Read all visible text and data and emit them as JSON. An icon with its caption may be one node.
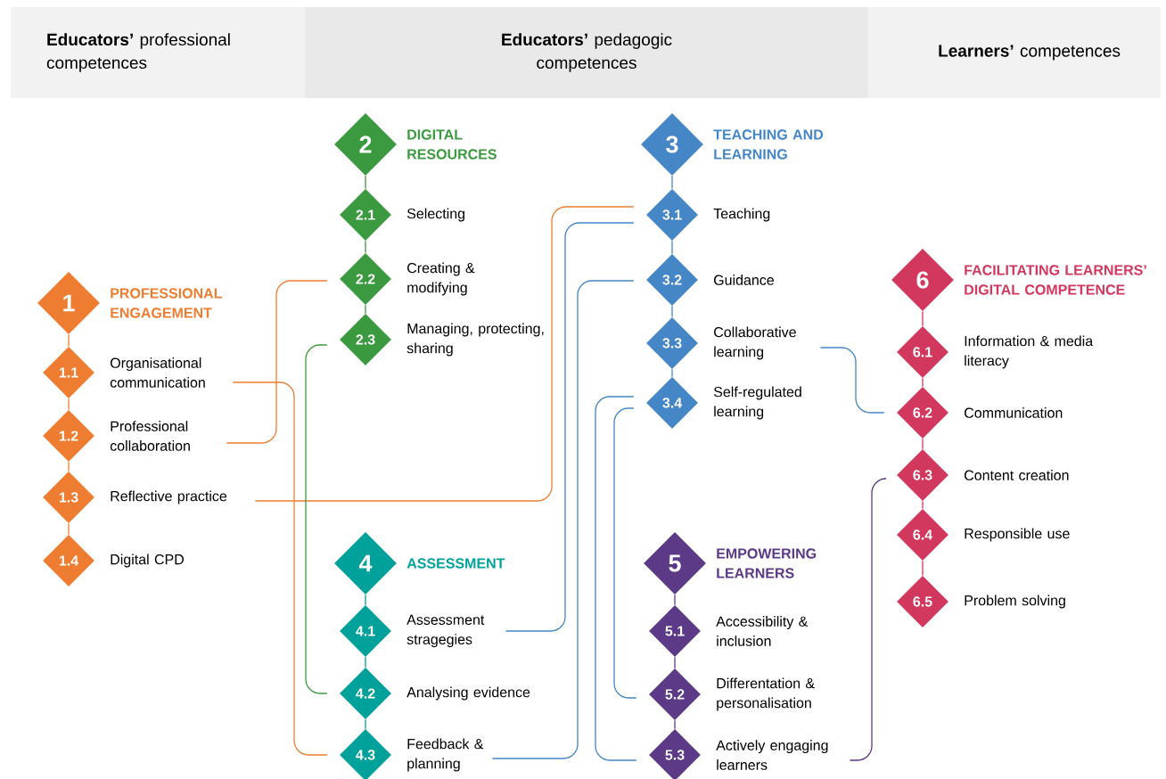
{
  "diagram": {
    "nodes": [
      {
        "text": [
          "**Educators’** professional competences"
        ]
      },
      {
        "text": [
          "**Educators’** pedagogic competences"
        ]
      },
      {
        "text": [
          "**Learners’** competences"
        ]
      },
      {
        "text": [
          "1",
          "PROFESSIONAL ENGAGEMENT"
        ]
      },
      {
        "text": [
          "1.1",
          "Organisational communication"
        ]
      },
      {
        "text": [
          "1.2",
          "Professional collaboration"
        ]
      },
      {
        "text": [
          "1.3",
          "Reflective practice"
        ]
      },
      {
        "text": [
          "1.4",
          "Digital CPD"
        ]
      },
      {
        "text": [
          "2",
          "DIGITAL RESOURCES"
        ]
      },
      {
        "text": [
          "2.1",
          "Selecting"
        ]
      },
      {
        "text": [
          "2.2",
          "Creating & modifying"
        ]
      },
      {
        "text": [
          "2.3",
          "Managing, protecting, sharing"
        ]
      },
      {
        "text": [
          "3",
          "TEACHING AND LEARNING"
        ]
      },
      {
        "text": [
          "3.1",
          "Teaching"
        ]
      },
      {
        "text": [
          "3.2",
          "Guidance"
        ]
      },
      {
        "text": [
          "3.3",
          "Collaborative learning"
        ]
      },
      {
        "text": [
          "3.4",
          "Self-regulated learning"
        ]
      },
      {
        "text": [
          "4",
          "ASSESSMENT"
        ]
      },
      {
        "text": [
          "4.1",
          "Assessment stragegies"
        ]
      },
      {
        "text": [
          "4.2",
          "Analysing evidence"
        ]
      },
      {
        "text": [
          "4.3",
          "Feedback & planning"
        ]
      },
      {
        "text": [
          "5",
          "EMPOWERING LEARNERS"
        ]
      },
      {
        "text": [
          "5.1",
          "Accessibility & inclusion"
        ]
      },
      {
        "text": [
          "5.2",
          "Differentation & personalisation"
        ]
      },
      {
        "text": [
          "5.3",
          "Actively engaging learners"
        ]
      },
      {
        "text": [
          "6",
          "FACILITATING LEARNERS’ DIGITAL COMPETENCE"
        ]
      },
      {
        "text": [
          "6.1",
          "Information & media literacy"
        ]
      },
      {
        "text": [
          "6.2",
          "Communication"
        ]
      },
      {
        "text": [
          "6.3",
          "Content creation"
        ]
      },
      {
        "text": [
          "6.4",
          "Responsible use"
        ]
      },
      {
        "text": [
          "6.5",
          "Problem solving"
        ]
      }
    ],
    "edges": [
      {
        "from": 3,
        "to": 4,
        "arrow": "none",
        "color": "#ef7d31"
      },
      {
        "from": 4,
        "to": 5,
        "arrow": "none",
        "color": "#ef7d31"
      },
      {
        "from": 5,
        "to": 6,
        "arrow": "none",
        "color": "#ef7d31"
      },
      {
        "from": 6,
        "to": 7,
        "arrow": "none",
        "color": "#ef7d31"
      },
      {
        "from": 8,
        "to": 9,
        "arrow": "none",
        "color": "#3b9a3f"
      },
      {
        "from": 9,
        "to": 10,
        "arrow": "none",
        "color": "#3b9a3f"
      },
      {
        "from": 10,
        "to": 11,
        "arrow": "none",
        "color": "#3b9a3f"
      },
      {
        "from": 12,
        "to": 13,
        "arrow": "none",
        "color": "#4486c6"
      },
      {
        "from": 13,
        "to": 14,
        "arrow": "none",
        "color": "#4486c6"
      },
      {
        "from": 14,
        "to": 15,
        "arrow": "none",
        "color": "#4486c6"
      },
      {
        "from": 15,
        "to": 16,
        "arrow": "none",
        "color": "#4486c6"
      },
      {
        "from": 17,
        "to": 18,
        "arrow": "none",
        "color": "#00a19b"
      },
      {
        "from": 18,
        "to": 19,
        "arrow": "none",
        "color": "#00a19b"
      },
      {
        "from": 19,
        "to": 20,
        "arrow": "none",
        "color": "#00a19b"
      },
      {
        "from": 21,
        "to": 22,
        "arrow": "none",
        "color": "#5c3a87"
      },
      {
        "from": 22,
        "to": 23,
        "arrow": "none",
        "color": "#5c3a87"
      },
      {
        "from": 23,
        "to": 24,
        "arrow": "none",
        "color": "#5c3a87"
      },
      {
        "from": 25,
        "to": 26,
        "arrow": "none",
        "color": "#d2385d"
      },
      {
        "from": 26,
        "to": 27,
        "arrow": "none",
        "color": "#d2385d"
      },
      {
        "from": 27,
        "to": 28,
        "arrow": "none",
        "color": "#d2385d"
      },
      {
        "from": 28,
        "to": 29,
        "arrow": "none",
        "color": "#d2385d"
      },
      {
        "from": 29,
        "to": 30,
        "arrow": "none",
        "color": "#d2385d"
      },
      {
        "from": 4,
        "to": 20,
        "arrow": "none",
        "color": "#ef7d31"
      },
      {
        "from": 5,
        "to": 10,
        "arrow": "none",
        "color": "#ef7d31"
      },
      {
        "from": 6,
        "to": 13,
        "arrow": "none",
        "color": "#ef7d31"
      },
      {
        "from": 11,
        "to": 19,
        "arrow": "none",
        "color": "#3b9a3f"
      },
      {
        "from": 13,
        "to": 18,
        "arrow": "none",
        "color": "#4486c6"
      },
      {
        "from": 14,
        "to": 20,
        "arrow": "none",
        "color": "#4486c6"
      },
      {
        "from": 15,
        "to": 27,
        "arrow": "none",
        "color": "#4486c6"
      },
      {
        "from": 16,
        "to": 24,
        "arrow": "none",
        "color": "#4486c6"
      },
      {
        "from": 16,
        "to": 23,
        "arrow": "none",
        "color": "#4486c6"
      },
      {
        "from": 24,
        "to": 28,
        "arrow": "none",
        "color": "#5c3a87"
      }
    ]
  }
}
